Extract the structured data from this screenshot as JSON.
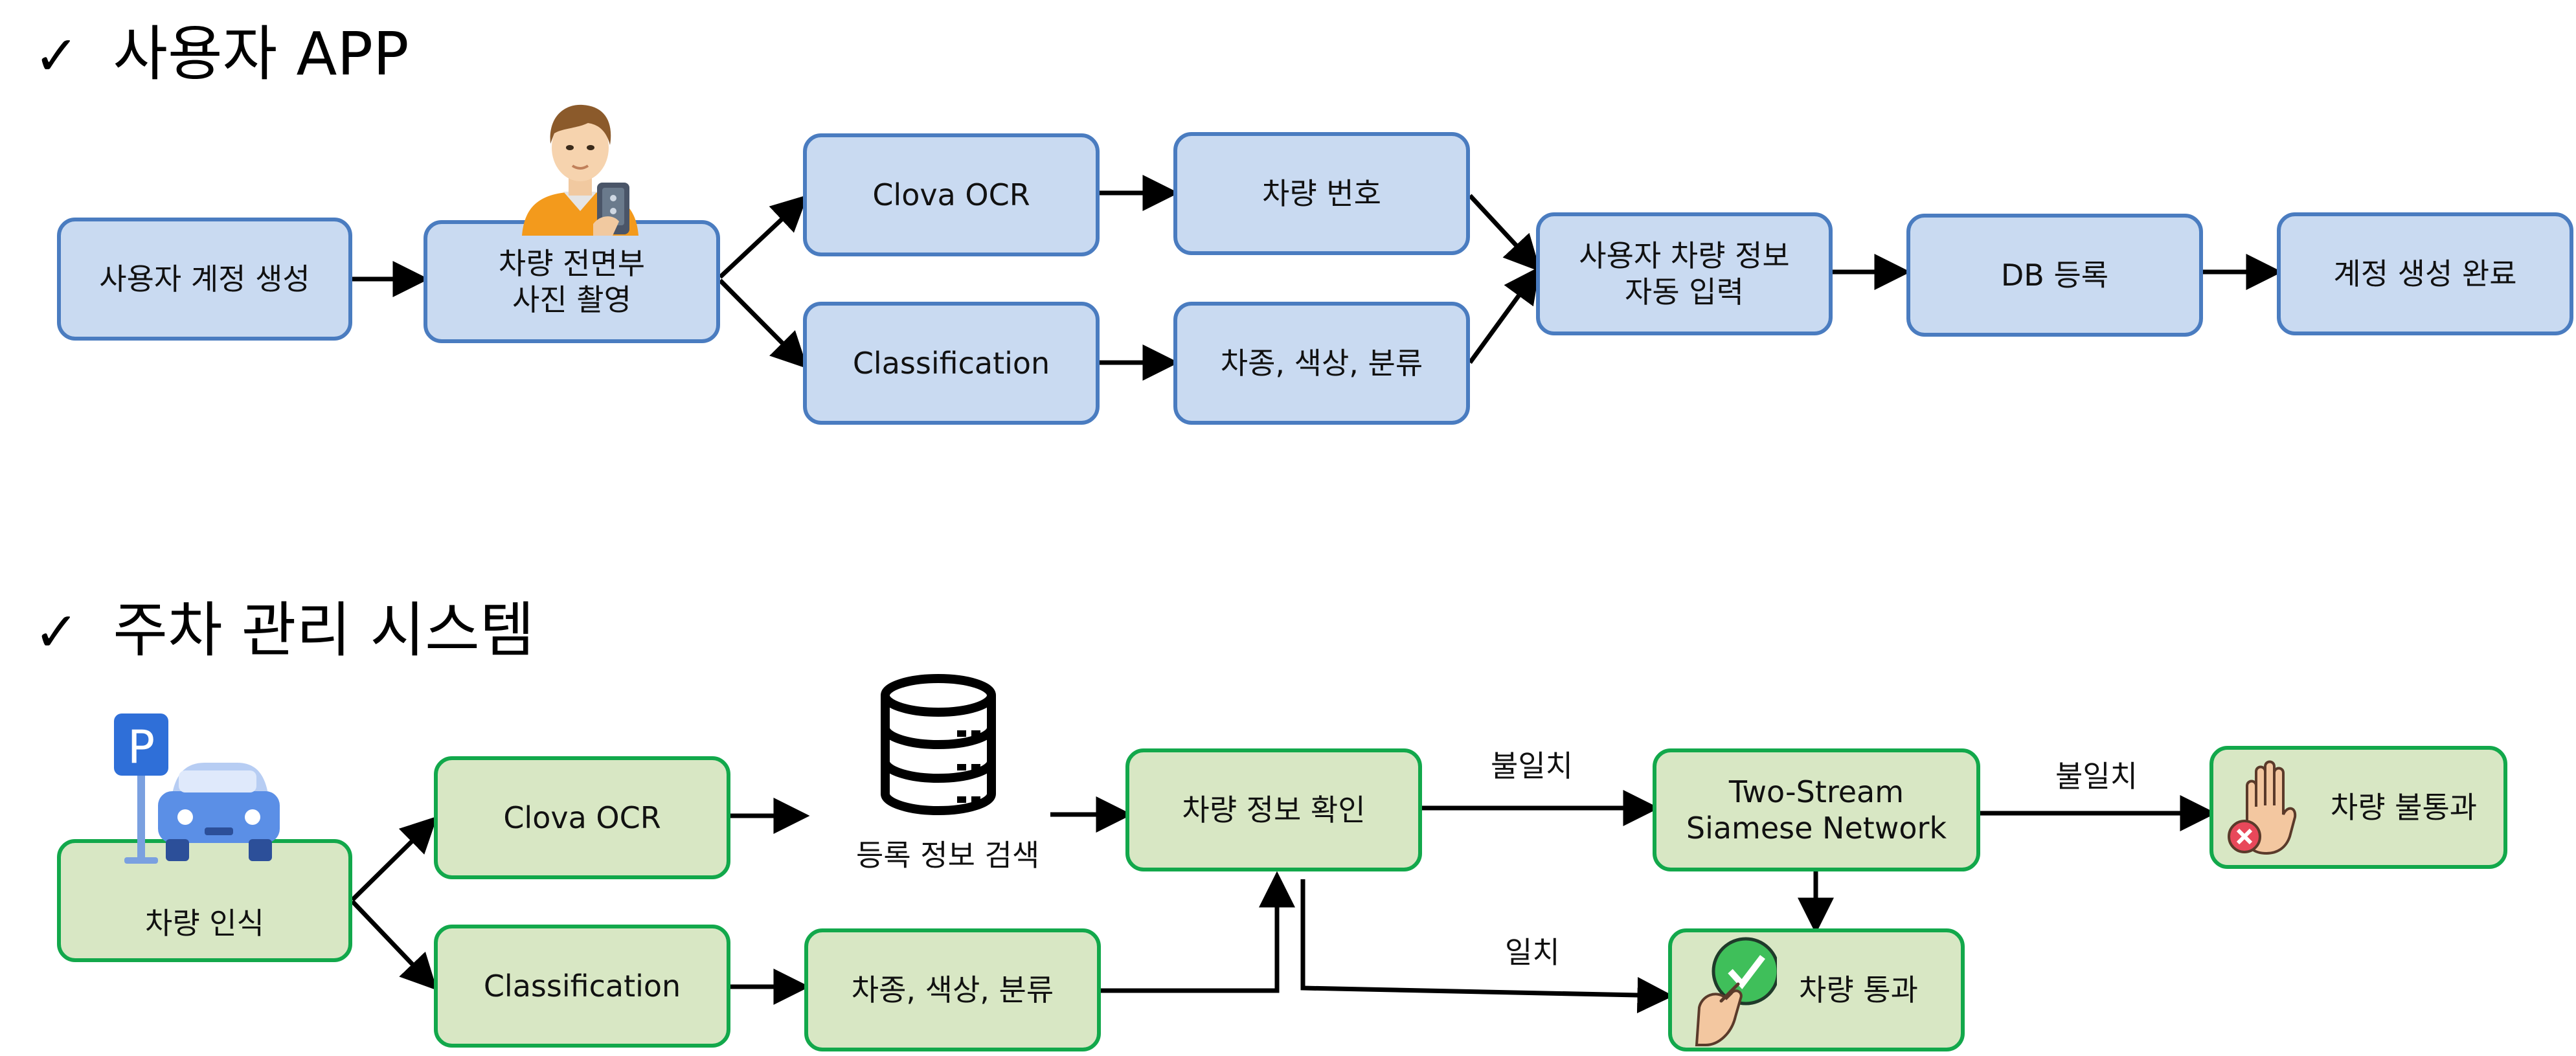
{
  "section_user_app": {
    "check": "✓",
    "title": "사용자 APP",
    "create_account": "사용자 계정 생성",
    "photo": "차량 전면부\n사진 촬영",
    "clova_ocr": "Clova OCR",
    "classification": "Classification",
    "plate_number": "차량 번호",
    "type_color_class": "차종, 색상, 분류",
    "auto_input": "사용자 차량 정보\n자동 입력",
    "db_register": "DB 등록",
    "account_done": "계정 생성 완료"
  },
  "section_parking": {
    "check": "✓",
    "title": "주차 관리 시스템",
    "recognize": "차량 인식",
    "clova_ocr": "Clova OCR",
    "classification": "Classification",
    "type_color_class": "차종, 색상, 분류",
    "search_label": "등록 정보 검색",
    "verify": "차량 정보 확인",
    "mismatch_1": "불일치",
    "siamese": "Two-Stream\nSiamese Network",
    "mismatch_2": "불일치",
    "reject": "차량 불통과",
    "match": "일치",
    "pass": "차량 통과",
    "parking_sign_letter": "P"
  },
  "icons": [
    "person-phone-icon",
    "parking-car-icon",
    "database-icon",
    "stop-hand-icon",
    "check-hand-icon"
  ],
  "colors": {
    "blue_fill": "#c9daf1",
    "blue_border": "#4a7cc0",
    "green_fill": "#d8e7c4",
    "green_border": "#12a84b",
    "arrow": "#000000"
  }
}
